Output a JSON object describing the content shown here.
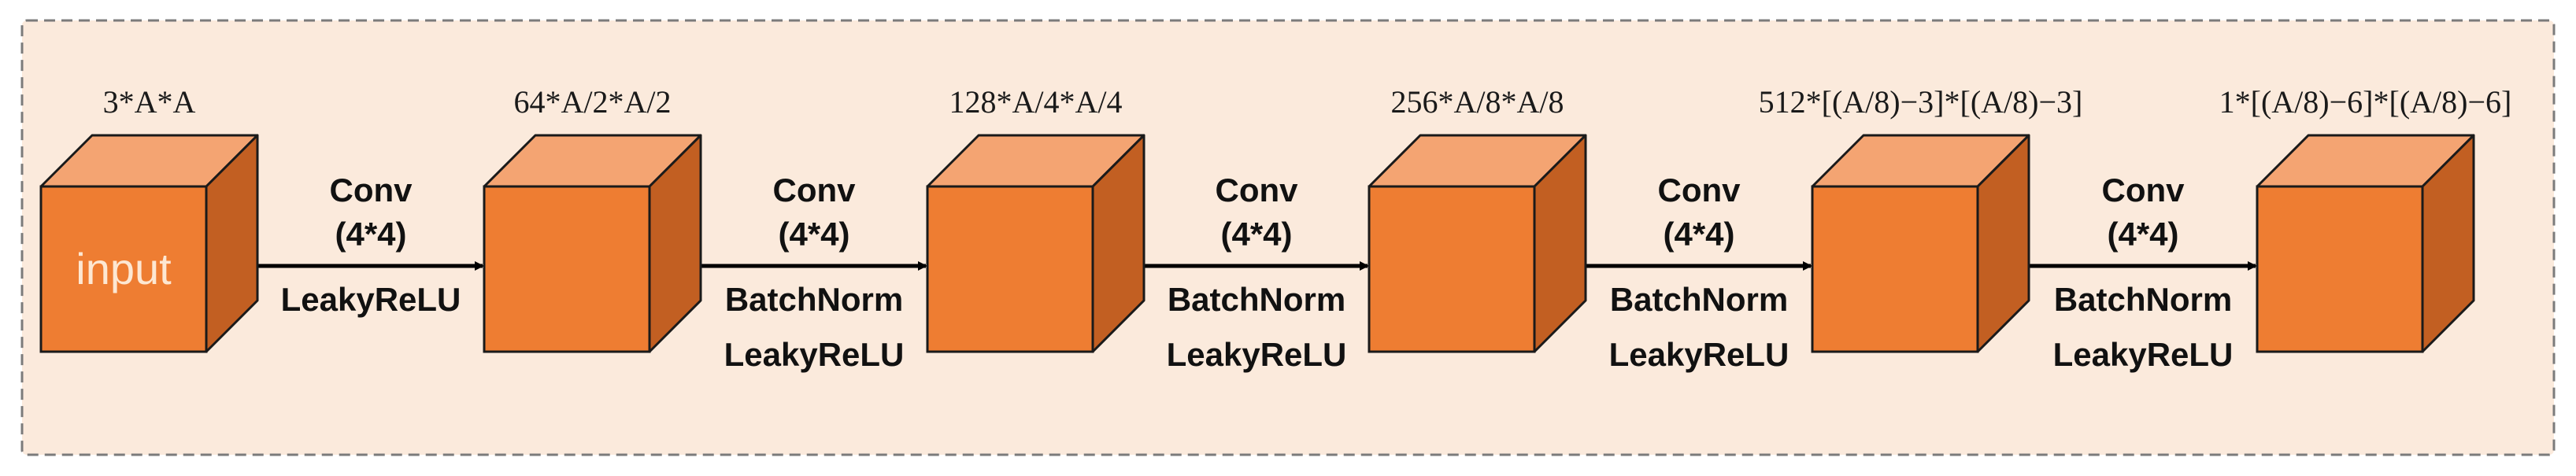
{
  "colors": {
    "panel_fill": "#fbeadc",
    "panel_border": "#7b7b7b",
    "cube_front": "#ee7d32",
    "cube_top": "#f4a472",
    "cube_side": "#c25f22",
    "cube_edge": "#1a1a1a",
    "arrow": "#000000"
  },
  "cubes": [
    {
      "label": "3*A*A",
      "text": "input"
    },
    {
      "label": "64*A/2*A/2",
      "text": ""
    },
    {
      "label": "128*A/4*A/4",
      "text": ""
    },
    {
      "label": "256*A/8*A/8",
      "text": ""
    },
    {
      "label": "512*[(A/8)−3]*[(A/8)−3]",
      "text": ""
    },
    {
      "label": "1*[(A/8)−6]*[(A/8)−6]",
      "text": ""
    }
  ],
  "connections": [
    {
      "conv": "Conv",
      "kernel": "(4*4)",
      "ops": [
        "LeakyReLU"
      ]
    },
    {
      "conv": "Conv",
      "kernel": "(4*4)",
      "ops": [
        "BatchNorm",
        "LeakyReLU"
      ]
    },
    {
      "conv": "Conv",
      "kernel": "(4*4)",
      "ops": [
        "BatchNorm",
        "LeakyReLU"
      ]
    },
    {
      "conv": "Conv",
      "kernel": "(4*4)",
      "ops": [
        "BatchNorm",
        "LeakyReLU"
      ]
    },
    {
      "conv": "Conv",
      "kernel": "(4*4)",
      "ops": [
        "BatchNorm",
        "LeakyReLU"
      ]
    }
  ]
}
